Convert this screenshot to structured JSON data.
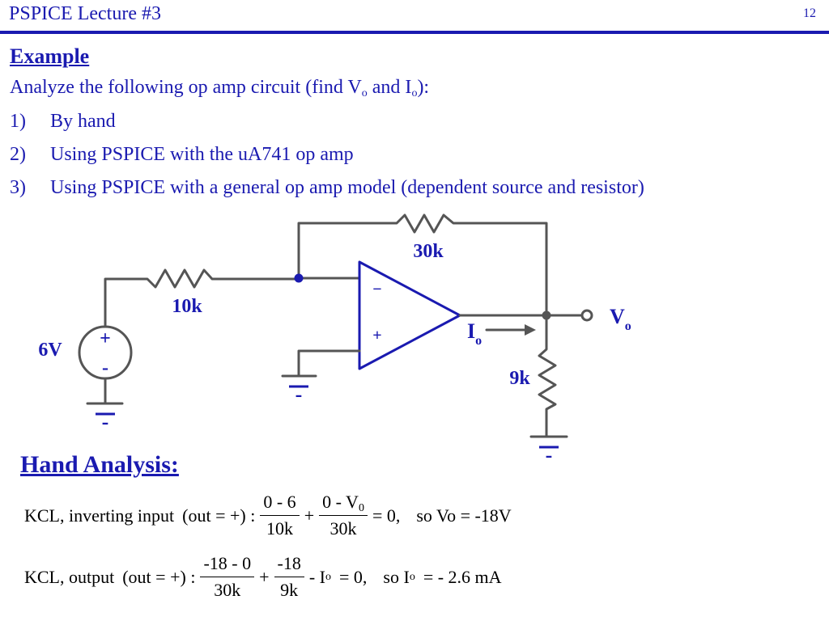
{
  "header": {
    "title": "PSPICE Lecture #3",
    "slide_number": "12"
  },
  "example": {
    "heading": "Example",
    "intro_pre": "Analyze the following op amp circuit (find V",
    "intro_sub1": "o",
    "intro_mid": " and I",
    "intro_sub2": "o",
    "intro_post": "):",
    "items": [
      {
        "num": "1)",
        "text": "By hand"
      },
      {
        "num": "2)",
        "text": "Using PSPICE with the uA741 op amp"
      },
      {
        "num": "3)",
        "text": "Using PSPICE with a general op amp model (dependent source and resistor)"
      }
    ]
  },
  "circuit": {
    "r_feedback": "30k",
    "r_input": "10k",
    "r_load": "9k",
    "source_value": "6V",
    "source_plus": "+",
    "source_minus": "-",
    "opamp_minus": "−",
    "opamp_plus": "+",
    "vout_main": "V",
    "vout_sub": "o",
    "iout_main": "I",
    "iout_sub": "o",
    "ground_mark": "-"
  },
  "hand_analysis": {
    "heading": "Hand Analysis:",
    "eq1": {
      "label": "KCL, inverting input",
      "cond": "(out = +) :",
      "f1_num": "0 - 6",
      "f1_den": "10k",
      "plus": "+",
      "f2_num_pre": "0 - V",
      "f2_num_sub": "0",
      "f2_den": "30k",
      "rhs": "= 0,",
      "result": "so Vo = -18V"
    },
    "eq2": {
      "label": "KCL, output",
      "cond": "(out = +) :",
      "f1_num": "-18 - 0",
      "f1_den": "30k",
      "plus": "+",
      "f2_num": "-18",
      "f2_den": "9k",
      "mid_pre": "- I",
      "mid_sub": "o",
      "mid_post": "= 0,",
      "result_pre": "so  I",
      "result_sub": "o",
      "result_post": "= - 2.6 mA"
    }
  },
  "colors": {
    "accent": "#1a1ab0",
    "wire": "#555555"
  }
}
